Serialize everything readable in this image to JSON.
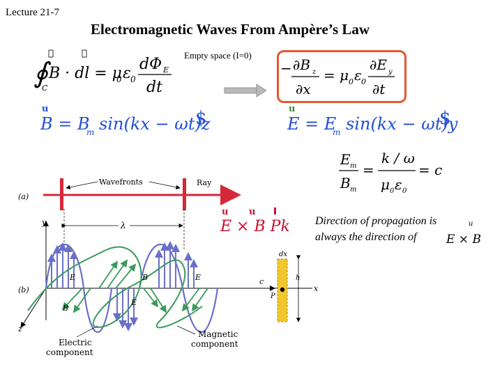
{
  "lecture": "Lecture 21-7",
  "title": "Electromagnetic Waves From Ampère’s Law",
  "empty_space_note": "Empty space (I=0)",
  "direction_note_line1": "Direction of propagation is",
  "direction_note_line2": "always the direction of",
  "figure": {
    "panel_a_label": "(a)",
    "panel_b_label": "(b)",
    "wavefronts_label": "Wavefronts",
    "ray_label": "Ray",
    "lambda_label": "λ",
    "y_axis": "y",
    "z_axis": "z",
    "x_axis": "x",
    "c_label": "c",
    "P_label": "P",
    "dx_label": "dx",
    "h_label": "h",
    "E_label": "E",
    "B_label": "B",
    "electric_line1": "Electric",
    "electric_line2": "component",
    "magnetic_line1": "Magnetic",
    "magnetic_line2": "component"
  },
  "colors": {
    "accent_box": "#e4572e",
    "vector_blue": "#1f4fd6",
    "vector_red": "#c8102e",
    "electric_wave": "#6a6fc9",
    "magnetic_wave": "#3a9a5b",
    "strip": "#f2c62f"
  }
}
